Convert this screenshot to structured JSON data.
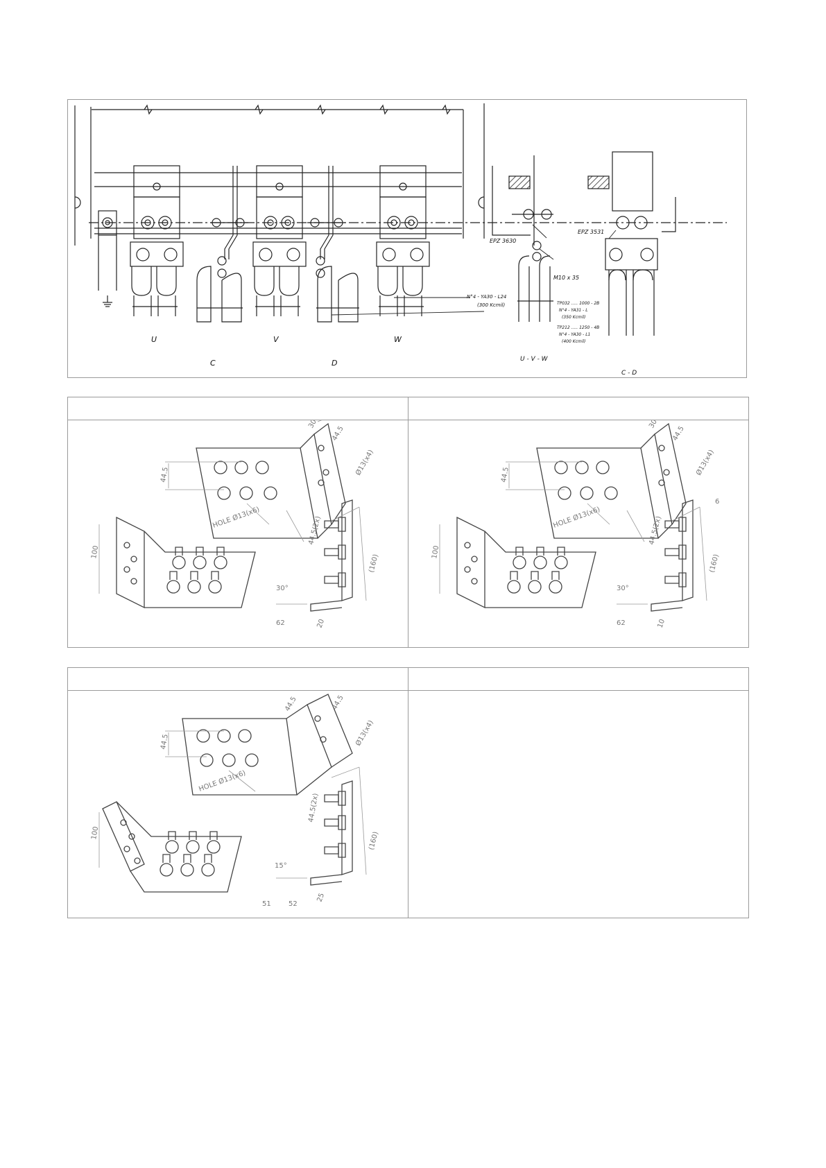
{
  "drawing": {
    "phase_labels": [
      "U",
      "C",
      "V",
      "D",
      "W"
    ],
    "side_labels": [
      "U - V - W",
      "C - D"
    ],
    "notes": {
      "epz_3630": "EPZ 3630",
      "epz_3531": "EPZ 3531",
      "m10x35": "M10 x 35",
      "lug1_line1": "N°4 - YA30 - L24",
      "lug1_line2": "(300 Kcmil)",
      "lug2_line1": "TP032 ..... 1000 - 2B",
      "lug2_line2": "N°4 - YA31 - L",
      "lug2_line3": "(350 Kcmil)",
      "lug3_line1": "TP212 ..... 1250 - 4B",
      "lug3_line2": "N°4 - YA30 - L1",
      "lug3_line3": "(400 Kcmil)"
    }
  },
  "panel1": {
    "hole": "HOLE Ø13(x6)",
    "dims": {
      "d30": "30",
      "d445": "44.5",
      "d445b": "44.5",
      "dia": "Ø13(x4)",
      "d100": "100",
      "d4452": "44.5(2x)",
      "d160": "(160)",
      "angle": "30°",
      "d62": "62",
      "d20": "20"
    }
  },
  "panel2": {
    "hole": "HOLE Ø13(x6)",
    "dims": {
      "d30": "30",
      "d445": "44.5",
      "d445b": "44.5",
      "dia": "Ø13(x4)",
      "d100": "100",
      "d4452": "44.5(2x)",
      "d160": "(160)",
      "angle": "30°",
      "d62": "62",
      "d10": "10",
      "d6": "6"
    }
  },
  "panel3": {
    "hole": "HOLE Ø13(x6)",
    "dims": {
      "d445": "44.5",
      "d445b": "44.5",
      "d445c": "44.5",
      "dia": "Ø13(x4)",
      "d100": "100",
      "d4452": "44.5(2x)",
      "d160": "(160)",
      "angle": "15°",
      "d51": "51",
      "d52": "52",
      "d25": "25"
    }
  }
}
